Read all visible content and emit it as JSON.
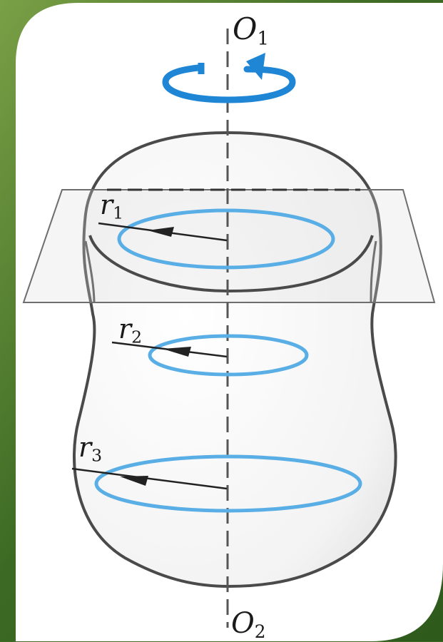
{
  "labels": {
    "axis_top": {
      "main": "O",
      "sub": "1"
    },
    "axis_bottom": {
      "main": "O",
      "sub": "2"
    },
    "radii": [
      {
        "main": "r",
        "sub": "1"
      },
      {
        "main": "r",
        "sub": "2"
      },
      {
        "main": "r",
        "sub": "3"
      }
    ]
  },
  "colors": {
    "background_green": "#3f6b25",
    "panel": "#ffffff",
    "body_outline": "#4a4a4a",
    "circle_blue": "#5aaee6",
    "rotation_arrow_blue": "#1f86d6",
    "axis": "#555555",
    "plane": "#8a8a8a"
  }
}
